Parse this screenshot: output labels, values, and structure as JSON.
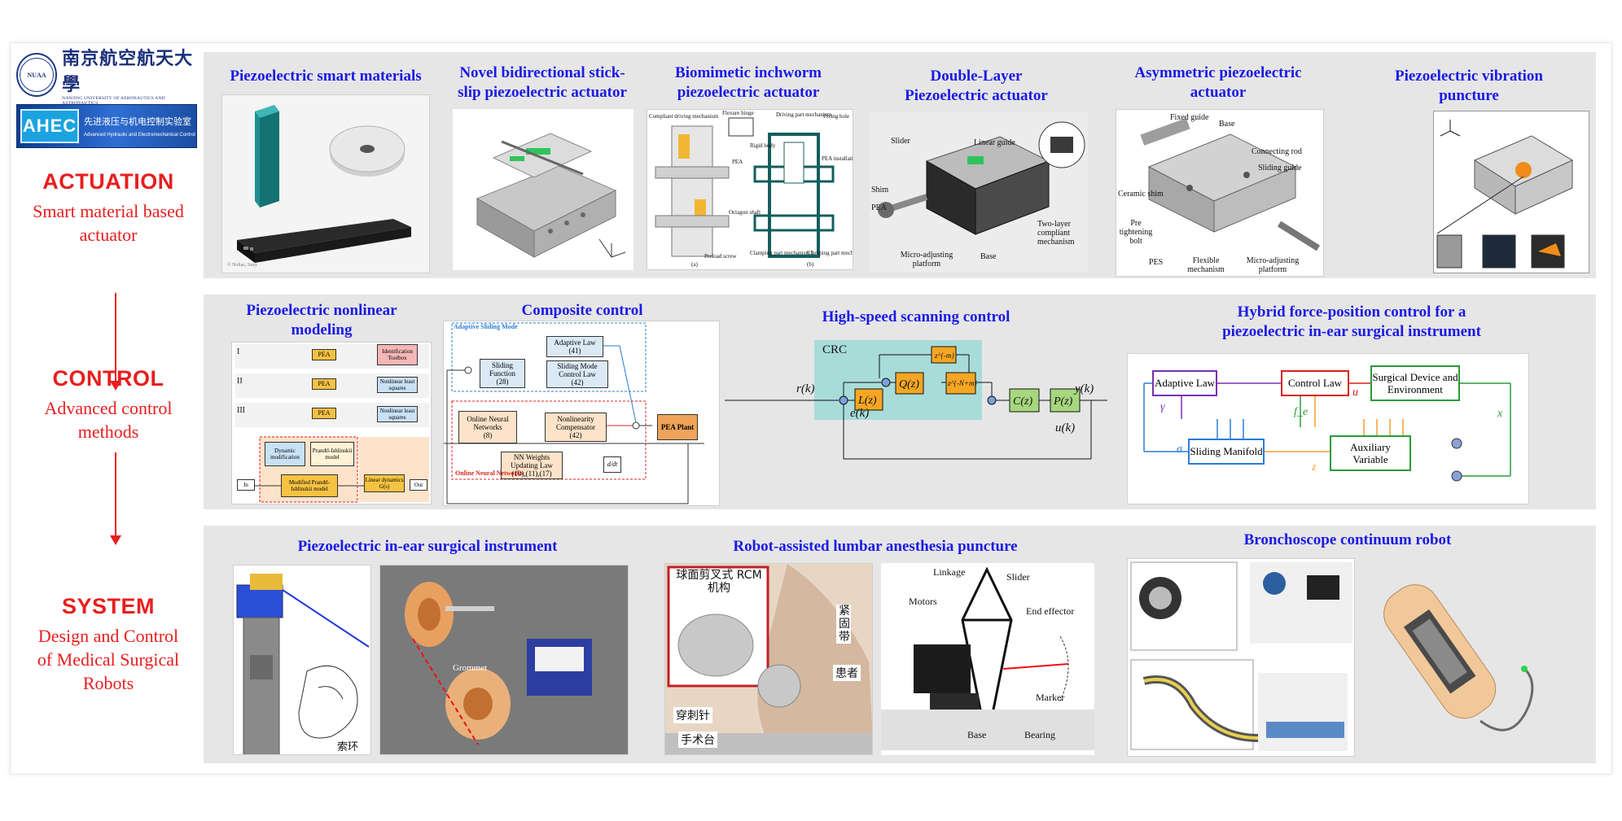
{
  "logo": {
    "university_cn": "南京航空航天大學",
    "university_en": "NANJING UNIVERSITY OF AERONAUTICS AND ASTRONAUTICS",
    "seal_text": "NUAA",
    "lab_badge": "AHEC",
    "lab_name_cn": "先进液压与机电控制实验室",
    "lab_name_en": "Advanced Hydraulic and Electromechanical Control"
  },
  "categories": [
    {
      "title": "ACTUATION",
      "subtitle_1": "Smart material based",
      "subtitle_2": "actuator"
    },
    {
      "title": "CONTROL",
      "subtitle_1": "Advanced control",
      "subtitle_2": "methods"
    },
    {
      "title": "SYSTEM",
      "subtitle_1": "Design and Control",
      "subtitle_2": "of Medical Surgical",
      "subtitle_3": "Robots"
    }
  ],
  "actuation": {
    "materials": {
      "title": "Piezoelectric smart materials",
      "credit": "© Noliac, Suzy"
    },
    "stickslip": {
      "title_1": "Novel bidirectional stick-",
      "title_2": "slip piezoelectric actuator"
    },
    "inchworm": {
      "title_1": "Biomimetic inchworm",
      "title_2": "piezoelectric actuator",
      "labels": {
        "compliant": "Compliant driving mechanism",
        "flexure": "Flexure hinge",
        "driving": "Driving part mechanism",
        "rigid": "Rigid body",
        "pea": "PEA",
        "preload": "Preload screw",
        "octagon": "Octagon shaft",
        "clamp1": "Clamping part mechanism I",
        "clamp2": "Clamping part mechanism II",
        "a": "(a)",
        "b": "(b)",
        "pea_install": "PEA installation groove",
        "fixing": "Fixing hole"
      }
    },
    "doublelayer": {
      "title_1": "Double-Layer",
      "title_2": "Piezoelectric actuator",
      "labels": {
        "slider": "Slider",
        "guide": "Linear guide",
        "shim": "Shim",
        "pea": "PEA",
        "two_layer": "Two-layer compliant mechanism",
        "micro": "Micro-adjusting platform",
        "base": "Base"
      }
    },
    "asymmetric": {
      "title_1": "Asymmetric piezoelectric",
      "title_2": "actuator",
      "labels": {
        "fixed": "Fixed guide",
        "base": "Base",
        "rod": "Connecting rod",
        "sliding": "Sliding guide",
        "ceramic": "Ceramic shim",
        "bolt": "Pre tightening bolt",
        "pes": "PES",
        "flexible": "Flexible mechanism",
        "micro": "Micro-adjusting platform"
      }
    },
    "vibration": {
      "title_1": "Piezoelectric vibration",
      "title_2": "puncture"
    }
  },
  "control": {
    "modeling": {
      "title_1": "Piezoelectric nonlinear",
      "title_2": "modeling",
      "labels": {
        "pea": "PEA",
        "ident": "Identification Toolbox",
        "nls": "Nonlinear least squares",
        "dyn": "Dynamic modification",
        "pi": "Prandtl-Ishlinskii model",
        "mpi": "Modified Prandtl-Ishlinskii model",
        "lin": "Linear dynamics G(s)",
        "in": "In",
        "out": "Out",
        "r1": "I",
        "r2": "II",
        "r3": "III"
      }
    },
    "composite": {
      "title": "Composite control",
      "labels": {
        "asm": "Adaptive Sliding Mode",
        "adaptive": "Adaptive Law",
        "adaptive_n": "(41)",
        "sliding_fn": "Sliding Function",
        "sliding_fn_n": "(28)",
        "smc": "Sliding Mode Control Law",
        "smc_n": "(42)",
        "onn": "Online Neural Networks",
        "onn_n": "(8)",
        "nlc": "Nonlinearity Compensator",
        "nlc_n": "(42)",
        "pea": "PEA Plant",
        "nnw": "NN Weights Updating Law",
        "nnw_n": "(10),(11),(17)",
        "onn_group": "Online Neural Networks",
        "dt": "d/dt"
      }
    },
    "scanning": {
      "title": "High-speed scanning control",
      "labels": {
        "crc": "CRC",
        "r": "r(k)",
        "e": "e(k)",
        "y": "y(k)",
        "u": "u(k)",
        "l": "L(z)",
        "q": "Q(z)",
        "c": "C(z)",
        "p": "P(z)",
        "zm": "z^{-m}",
        "znm": "z^{-N+m}"
      }
    },
    "hybrid": {
      "title_1": "Hybrid force-position control for a",
      "title_2": "piezoelectric in-ear surgical instrument",
      "labels": {
        "adaptive": "Adaptive Law",
        "control": "Control Law",
        "surgical": "Surgical Device and Environment",
        "manifold": "Sliding Manifold",
        "aux": "Auxiliary Variable",
        "gamma": "γ",
        "sigma": "σ",
        "u": "u",
        "fe": "f_e",
        "x": "x",
        "z": "z"
      }
    }
  },
  "system": {
    "inear": {
      "title": "Piezoelectric in-ear surgical instrument",
      "grommet": "Grommet",
      "cn_label": "索环"
    },
    "lumbar": {
      "title": "Robot-assisted lumbar anesthesia puncture",
      "cn": {
        "rcm": "球面剪叉式 RCM机构",
        "tight": "紧固带",
        "patient": "患者",
        "needle": "穿刺针",
        "table": "手术台"
      },
      "labels": {
        "linkage": "Linkage",
        "slider": "Slider",
        "motors": "Motors",
        "effector": "End effector",
        "marker": "Marker",
        "bearing": "Bearing",
        "base": "Base"
      }
    },
    "bronchoscope": {
      "title": "Bronchoscope continuum robot"
    }
  },
  "colors": {
    "title_blue": "#1a1ae6",
    "red": "#e81e1e",
    "panel_gray": "#e6e6e6"
  }
}
